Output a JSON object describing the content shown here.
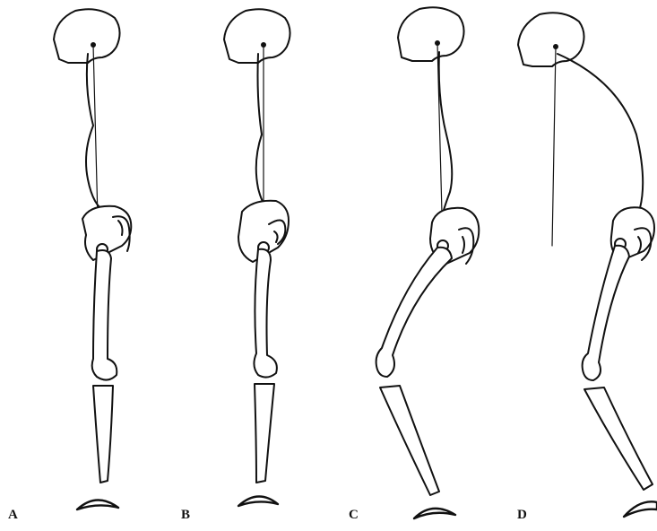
{
  "figure": {
    "panels": [
      {
        "label": "A"
      },
      {
        "label": "B"
      },
      {
        "label": "C"
      },
      {
        "label": "D"
      }
    ]
  },
  "colors": {
    "ink": "#111111",
    "background": "#ffffff"
  }
}
